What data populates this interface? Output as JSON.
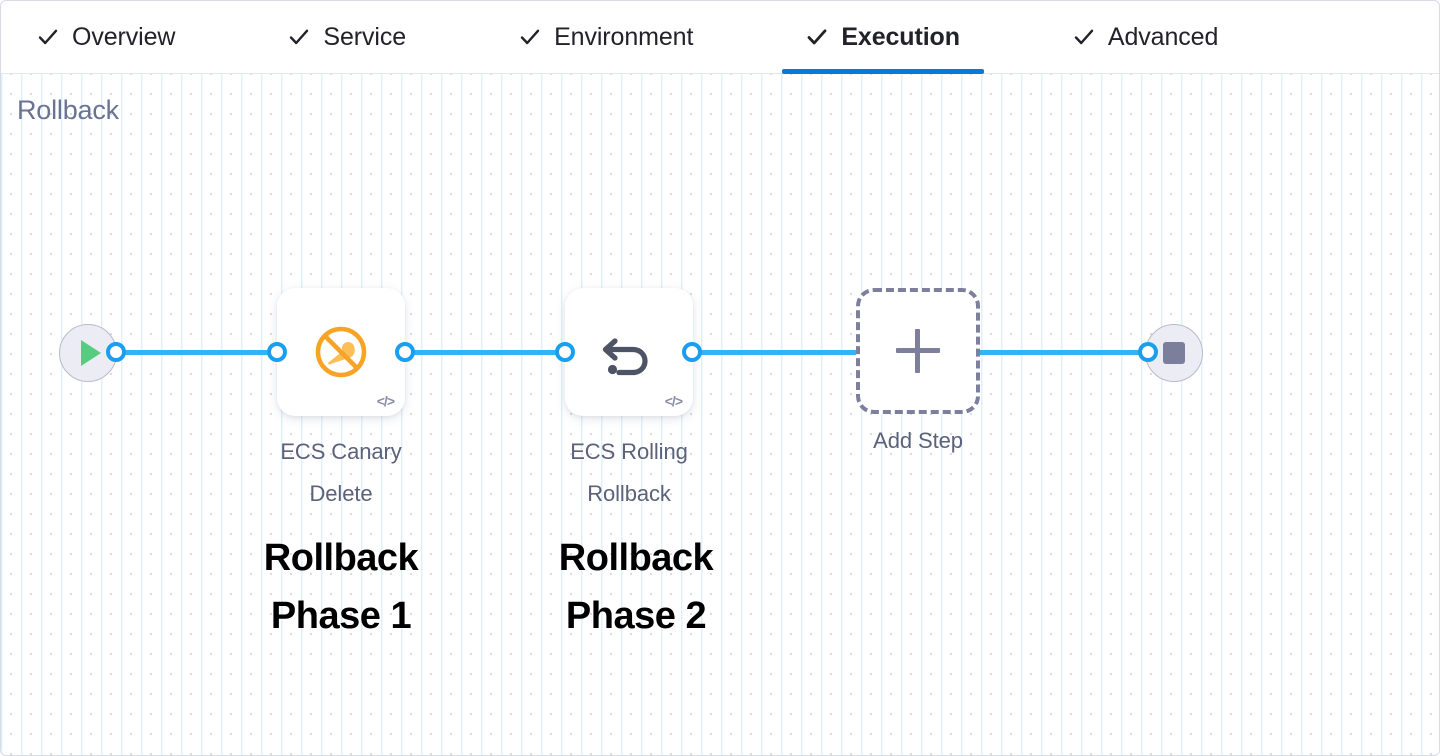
{
  "colors": {
    "accent_blue": "#0b7ad4",
    "connector_blue": "#2fb4f5",
    "port_blue": "#1a9ff0",
    "title_gray": "#6a7391",
    "label_gray": "#5b6279",
    "dashed_gray": "#7d7f9c",
    "canary_orange": "#f5a623",
    "rollback_slate": "#4e5366",
    "play_green": "#57cc81",
    "stop_gray": "#7c7f9b",
    "annotation_black": "#000000"
  },
  "tabs": [
    {
      "label": "Overview",
      "icon": "check-icon",
      "active": false
    },
    {
      "label": "Service",
      "icon": "check-icon",
      "active": false
    },
    {
      "label": "Environment",
      "icon": "check-icon",
      "active": false
    },
    {
      "label": "Execution",
      "icon": "check-icon",
      "active": true
    },
    {
      "label": "Advanced",
      "icon": "check-icon",
      "active": false
    }
  ],
  "section": {
    "title": "Rollback"
  },
  "flow": {
    "start_node": {
      "icon": "play-icon",
      "name": "start-node"
    },
    "end_node": {
      "icon": "stop-icon",
      "name": "end-node"
    },
    "steps": [
      {
        "label": "ECS Canary Delete",
        "icon": "ecs-canary-delete-icon",
        "badge": "</>",
        "annotation": "Rollback Phase 1"
      },
      {
        "label": "ECS Rolling Rollback",
        "icon": "ecs-rolling-rollback-icon",
        "badge": "</>",
        "annotation": "Rollback Phase 2"
      }
    ],
    "add_step": {
      "label": "Add Step",
      "icon": "plus-icon"
    }
  }
}
